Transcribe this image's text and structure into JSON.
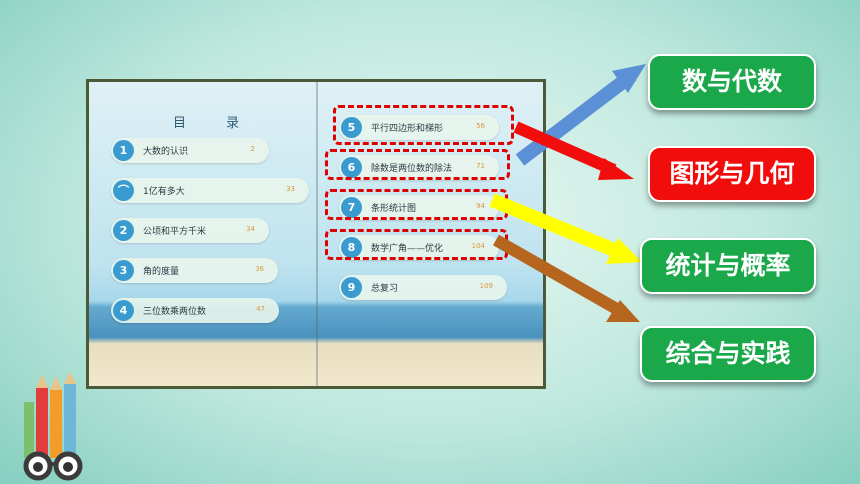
{
  "toc": {
    "title": "目   录",
    "left_items": [
      {
        "num": "1",
        "label": "大数的认识",
        "page": "2",
        "color": "#3a9bd0"
      },
      {
        "num": "",
        "label": "1亿有多大",
        "page": "33",
        "color": "#3a9bd0"
      },
      {
        "num": "2",
        "label": "公顷和平方千米",
        "page": "34",
        "color": "#3a9bd0"
      },
      {
        "num": "3",
        "label": "角的度量",
        "page": "36",
        "color": "#3a9bd0"
      },
      {
        "num": "4",
        "label": "三位数乘两位数",
        "page": "47",
        "color": "#3a9bd0"
      }
    ],
    "right_items": [
      {
        "num": "5",
        "label": "平行四边形和梯形",
        "page": "56",
        "color": "#3a9bd0"
      },
      {
        "num": "6",
        "label": "除数是两位数的除法",
        "page": "71",
        "color": "#3a9bd0"
      },
      {
        "num": "7",
        "label": "条形统计图",
        "page": "94",
        "color": "#3a9bd0"
      },
      {
        "num": "8",
        "label": "数学广角——优化",
        "page": "104",
        "color": "#3a9bd0"
      },
      {
        "num": "9",
        "label": "总复习",
        "page": "109",
        "color": "#3a9bd0"
      }
    ]
  },
  "categories": [
    {
      "label": "数与代数",
      "color": "#1aa84b"
    },
    {
      "label": "图形与几何",
      "color": "#f20d0d"
    },
    {
      "label": "统计与概率",
      "color": "#1aa84b"
    },
    {
      "label": "综合与实践",
      "color": "#1aa84b"
    }
  ],
  "arrow_colors": {
    "blue": "#5b8fd6",
    "red": "#f20d0d",
    "yellow": "#ffff00",
    "brown": "#b5651d"
  }
}
